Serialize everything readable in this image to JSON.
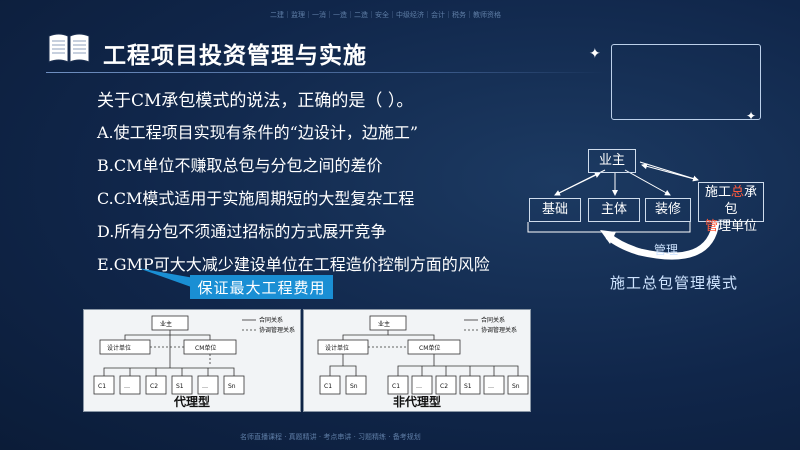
{
  "watermark": {
    "top": "二建｜监理｜一消｜一造｜二造｜安全｜中级经济｜会计｜税务｜教师资格",
    "bottom": "名师直播课程 · 真题精讲 · 考点串讲 · 习题精练 · 备考规划"
  },
  "slide": {
    "title": "工程项目投资管理与实施",
    "question": "关于CM承包模式的说法，正确的是（    ）。",
    "options": [
      "A.使工程项目实现有条件的“边设计，边施工”",
      "B.CM单位不赚取总包与分包之间的差价",
      "C.CM模式适用于实施周期短的大型复杂工程",
      "D.所有分包不须通过招标的方式展开竞争",
      "E.GMP可大大减少建设单位在工程造价控制方面的风险"
    ],
    "callout": "保证最大工程费用"
  },
  "diagram": {
    "owner": "业主",
    "sub1": "基础",
    "sub2": "主体",
    "sub3": "装修",
    "gc_part1": "施工",
    "gc_part2": "总",
    "gc_part3": "承包",
    "gc_part4": "管",
    "gc_part5": "理单位",
    "manage": "管理",
    "caption": "施工总包管理模式"
  },
  "panels": {
    "left": {
      "caption": "代理型",
      "owner": "业主",
      "design": "设计单位",
      "cm": "CM单位",
      "legend1": "合同关系",
      "legend2": "协调管理关系",
      "subs": [
        "C1",
        "…",
        "C2",
        "S1",
        "…",
        "Sn"
      ]
    },
    "right": {
      "caption": "非代理型",
      "owner": "业主",
      "design": "设计单位",
      "cm": "CM单位",
      "legend1": "合同关系",
      "legend2": "协调管理关系",
      "subs": [
        "C1",
        "Sn",
        "C1",
        "…",
        "C2",
        "S1",
        "…",
        "Sn"
      ]
    }
  },
  "colors": {
    "background": "#10264a",
    "callout": "#1a8fd4",
    "highlight": "#ff5a3c"
  }
}
